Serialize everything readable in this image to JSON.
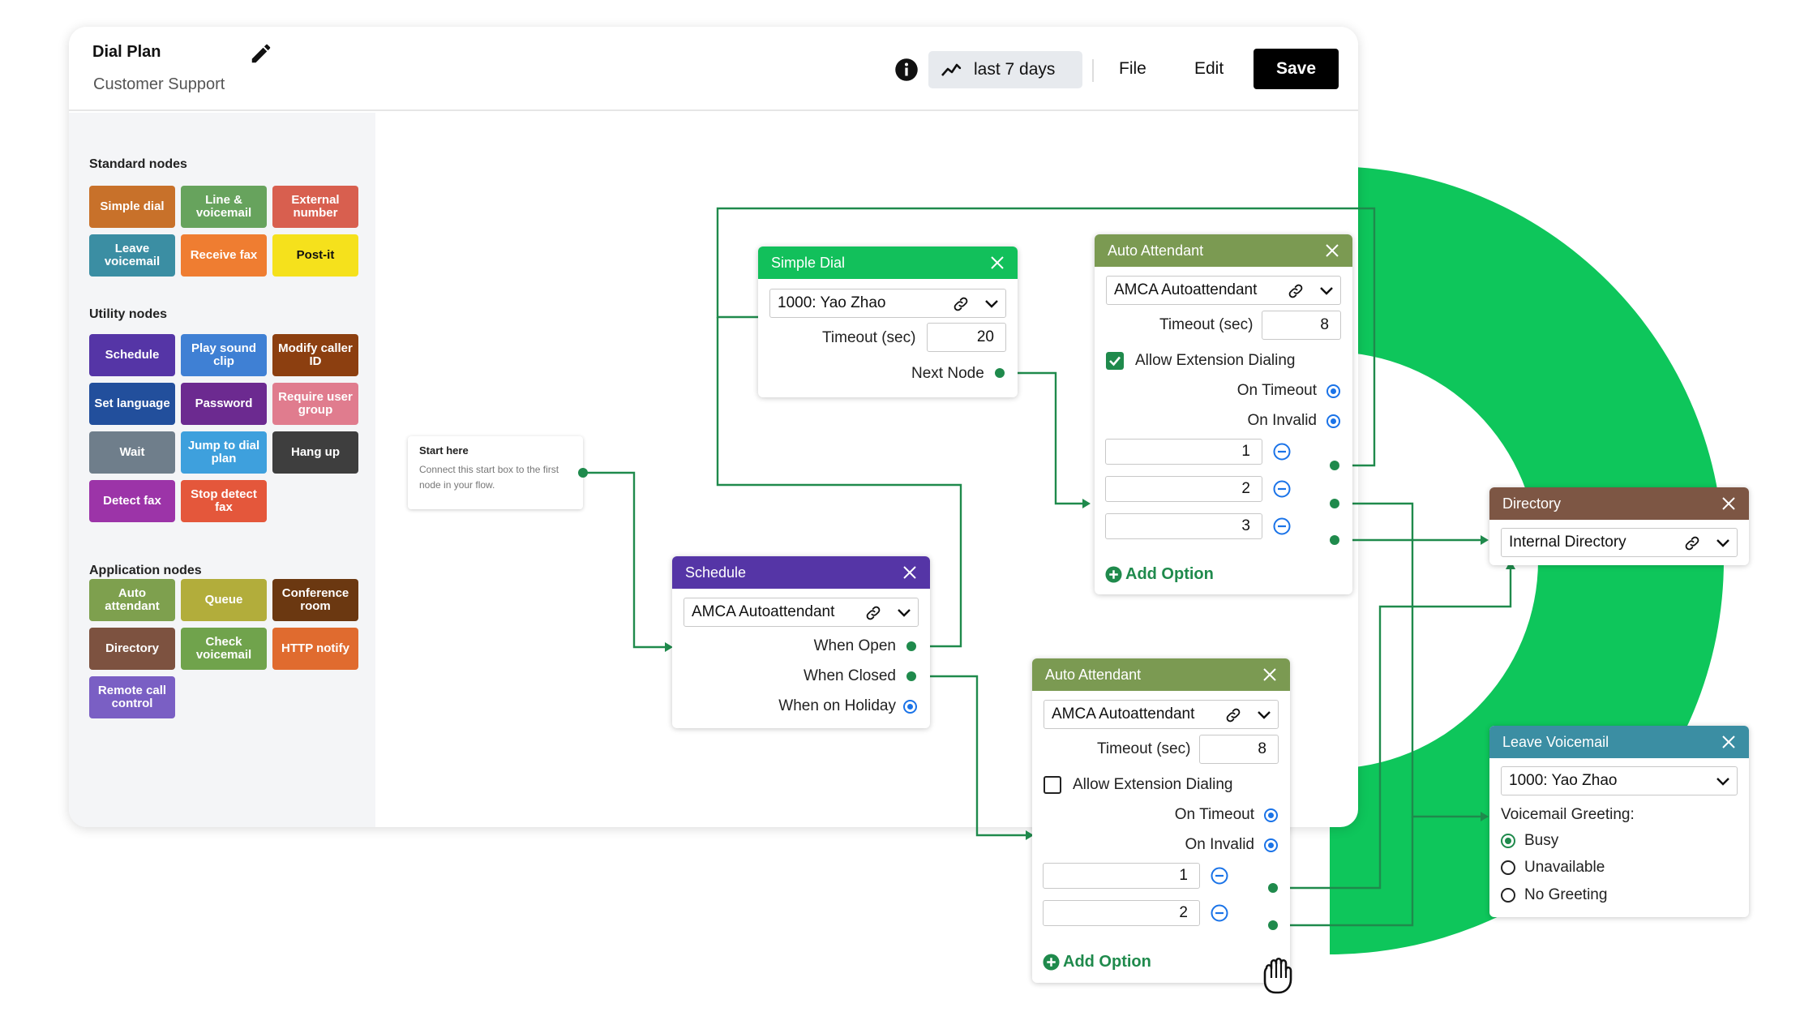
{
  "app": {
    "title": "Dial Plan",
    "subtitle": "Customer Support",
    "range_label": "last 7 days",
    "file_label": "File",
    "edit_label": "Edit",
    "save_label": "Save"
  },
  "colors": {
    "brand_green": "#0ec65b",
    "flow_green": "#1f8a4c",
    "link_blue": "#1a73e8"
  },
  "sidebar": {
    "standard_title": "Standard nodes",
    "standard": [
      {
        "label": "Simple dial",
        "color": "#c8712a"
      },
      {
        "label": "Line & voicemail",
        "color": "#67a35d"
      },
      {
        "label": "External number",
        "color": "#d85f4f"
      },
      {
        "label": "Leave voicemail",
        "color": "#3b8ea3"
      },
      {
        "label": "Receive fax",
        "color": "#ef7d31"
      },
      {
        "label": "Post-it",
        "color": "#f5e11c",
        "text_color": "#111"
      }
    ],
    "utility_title": "Utility nodes",
    "utility": [
      {
        "label": "Schedule",
        "color": "#5535a6"
      },
      {
        "label": "Play sound clip",
        "color": "#3f80d4"
      },
      {
        "label": "Modify caller ID",
        "color": "#8c3f10"
      },
      {
        "label": "Set language",
        "color": "#224f9c"
      },
      {
        "label": "Password",
        "color": "#6c2a90"
      },
      {
        "label": "Require user group",
        "color": "#e07c8e"
      },
      {
        "label": "Wait",
        "color": "#6f7e8b"
      },
      {
        "label": "Jump to dial plan",
        "color": "#3ea0dd"
      },
      {
        "label": "Hang up",
        "color": "#3e3e3e"
      },
      {
        "label": "Detect fax",
        "color": "#9c34a8"
      },
      {
        "label": "Stop detect fax",
        "color": "#e4573b"
      }
    ],
    "application_title": "Application nodes",
    "application": [
      {
        "label": "Auto attendant",
        "color": "#7ea04e"
      },
      {
        "label": "Queue",
        "color": "#b2ad3b"
      },
      {
        "label": "Conference room",
        "color": "#6b3811"
      },
      {
        "label": "Directory",
        "color": "#7d5240"
      },
      {
        "label": "Check voicemail",
        "color": "#70a34c"
      },
      {
        "label": "HTTP notify",
        "color": "#e06b2f"
      },
      {
        "label": "Remote call control",
        "color": "#7a5fc4"
      }
    ]
  },
  "start": {
    "title": "Start here",
    "desc": "Connect this start box to the first node in your flow."
  },
  "simple_dial": {
    "title": "Simple Dial",
    "select": "1000: Yao Zhao",
    "timeout_label": "Timeout (sec)",
    "timeout": "20",
    "next_label": "Next Node",
    "color": "#12c05b"
  },
  "schedule": {
    "title": "Schedule",
    "select": "AMCA Autoattendant",
    "open": "When Open",
    "closed": "When Closed",
    "holiday": "When on Holiday",
    "color": "#5535a6"
  },
  "aa1": {
    "title": "Auto Attendant",
    "select": "AMCA Autoattendant",
    "timeout_label": "Timeout (sec)",
    "timeout": "8",
    "ext_label": "Allow Extension Dialing",
    "on_timeout": "On Timeout",
    "on_invalid": "On Invalid",
    "options": [
      "1",
      "2",
      "3"
    ],
    "add_option": "Add Option",
    "color": "#7b9a52"
  },
  "aa2": {
    "title": "Auto Attendant",
    "select": "AMCA Autoattendant",
    "timeout_label": "Timeout (sec)",
    "timeout": "8",
    "ext_label": "Allow Extension Dialing",
    "on_timeout": "On Timeout",
    "on_invalid": "On Invalid",
    "options": [
      "1",
      "2"
    ],
    "add_option": "Add Option",
    "color": "#7b9a52"
  },
  "directory": {
    "title": "Directory",
    "select": "Internal Directory",
    "color": "#7d5644"
  },
  "voicemail": {
    "title": "Leave Voicemail",
    "select": "1000: Yao Zhao",
    "greeting_label": "Voicemail Greeting:",
    "busy": "Busy",
    "unavailable": "Unavailable",
    "none": "No Greeting",
    "color": "#3b8ea3"
  }
}
